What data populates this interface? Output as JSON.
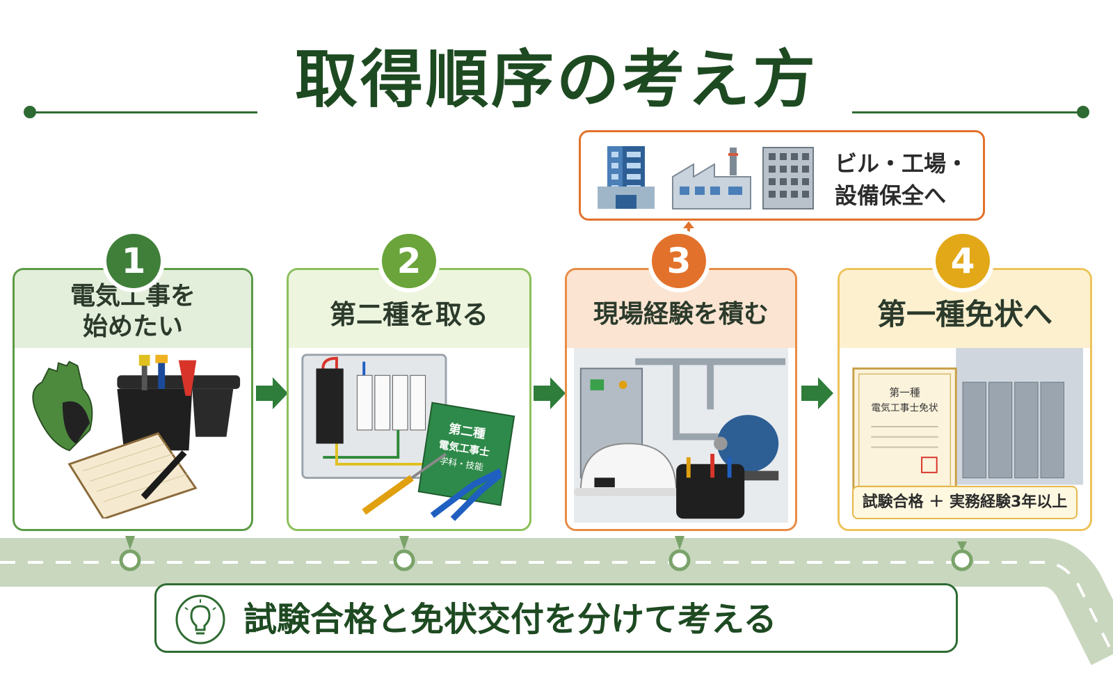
{
  "title": "取得順序の考え方",
  "callout": {
    "label_line1": "ビル・工場・",
    "label_line2": "設備保全へ"
  },
  "steps": [
    {
      "number": "1",
      "title_line1": "電気工事を",
      "title_line2": "始めたい",
      "color": "#3f7f3a",
      "head_bg": "#e3eedb",
      "border": "#5b9a45"
    },
    {
      "number": "2",
      "title_line1": "第二種を取る",
      "title_line2": "",
      "color": "#6aa43a",
      "head_bg": "#eef5df",
      "border": "#8cbf5a",
      "book_line1": "第二種",
      "book_line2": "電気工事士",
      "book_line3": "学科・技能"
    },
    {
      "number": "3",
      "title_line1": "現場経験を積む",
      "title_line2": "",
      "color": "#e2722b",
      "head_bg": "#fbe4d2",
      "border": "#e98b45"
    },
    {
      "number": "4",
      "title_line1": "第一種免状へ",
      "title_line2": "",
      "color": "#e2a818",
      "head_bg": "#fcf0cf",
      "border": "#eec35a",
      "certificate_line1": "第一種",
      "certificate_line2": "電気工事士免状",
      "requirement": "試験合格 ＋ 実務経験3年以上"
    }
  ],
  "note": "試験合格と免状交付を分けて考える",
  "colors": {
    "dark_green": "#1e4a22",
    "green": "#2e6b32",
    "orange": "#e2722b",
    "road": "#c9d7bf"
  }
}
